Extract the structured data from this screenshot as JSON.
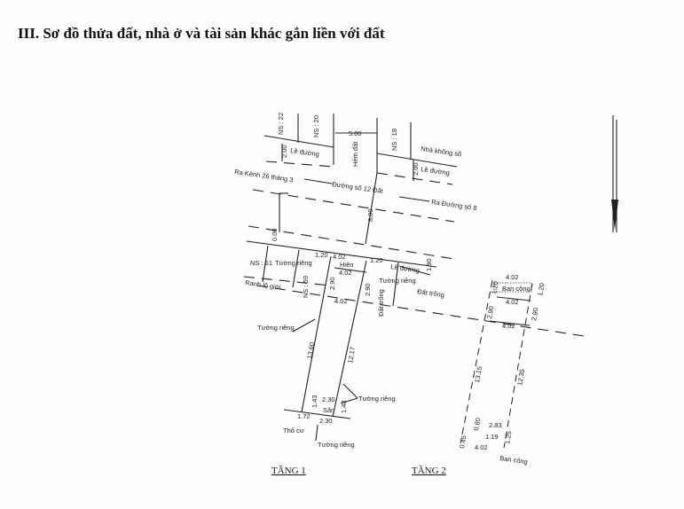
{
  "title": "III. Sơ đồ thửa đất, nhà ở và tài sản khác gắn liền với đất",
  "diagram": {
    "ns22": "NS : 22",
    "ns20": "NS : 20",
    "ns18": "NS : 18",
    "ns61": "NS : 61",
    "ns59": "NS : 59",
    "hem_dat": "Hẻm đất",
    "nha_khong_so": "Nhà không số",
    "le_duong": "Lề đường",
    "ra_kenh": "Ra Kênh 26 tháng 3",
    "duong_so_12": "Đường số 12 Đất",
    "ra_duong_so_8": "Ra Đường số 8",
    "tuong_rieng": "Tường riêng",
    "hien": "Hiên",
    "ranh_lo_gioi": "Ranh lộ giới",
    "dat_trong": "Đất trống",
    "san": "Sân",
    "tho_cu": "Thổ cư",
    "ban_cong": "Ban công",
    "dims": {
      "d500": "5.00",
      "d200": "2.00",
      "d800": "8.00",
      "d000": "0.00",
      "d120": "1.20",
      "d402": "4.02",
      "d090": "1.90",
      "d290": "2.90",
      "d1360": "13.60",
      "d1217": "12.17",
      "d230": "2.30",
      "d143": "1.43",
      "d172": "1.72",
      "d1315": "13.15",
      "d1235": "12.35",
      "d283": "2.83",
      "d080": "0.80",
      "d119": "1.19",
      "d045": "0.45",
      "d125": "1.25"
    },
    "floor1": "TẦNG 1",
    "floor2": "TẦNG 2"
  }
}
